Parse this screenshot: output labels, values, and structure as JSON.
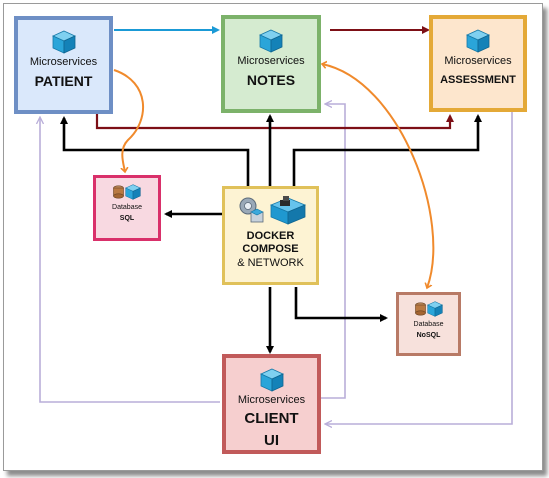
{
  "colors": {
    "patient_fill": "#dae8fb",
    "patient_border": "#6e8fc5",
    "notes_fill": "#d5ebd0",
    "notes_border": "#7cb26a",
    "assessment_fill": "#fde6cd",
    "assessment_border": "#e4a937",
    "sql_fill": "#f8d9e1",
    "sql_border": "#d9306a",
    "nosql_fill": "#f7e1dc",
    "nosql_border": "#b87a66",
    "docker_fill": "#fdf3d3",
    "docker_border": "#e0c15a",
    "client_fill": "#f6cfcf",
    "client_border": "#c15a5a",
    "arrow_black": "#000000",
    "arrow_blue": "#1a9ad6",
    "arrow_maroon": "#7d0f16",
    "arrow_orange": "#f08a2c",
    "arrow_lavender": "#b9aed9"
  },
  "nodes": {
    "patient": {
      "caption": "Microservices",
      "title": "PATIENT",
      "icon": "cube-icon"
    },
    "notes": {
      "caption": "Microservices",
      "title": "NOTES",
      "icon": "cube-icon"
    },
    "assessment": {
      "caption": "Microservices",
      "title": "ASSESSMENT",
      "icon": "cube-icon"
    },
    "sql": {
      "caption": "Database",
      "title": "SQL",
      "icon": "database-cube-icon"
    },
    "nosql": {
      "caption": "Database",
      "title": "NoSQL",
      "icon": "database-cube-icon"
    },
    "docker": {
      "line1": "DOCKER",
      "line2": "COMPOSE",
      "line3": "& NETWORK",
      "icon": "docker-icon"
    },
    "client": {
      "caption": "Microservices",
      "title1": "CLIENT",
      "title2": "UI",
      "icon": "cube-icon"
    }
  }
}
